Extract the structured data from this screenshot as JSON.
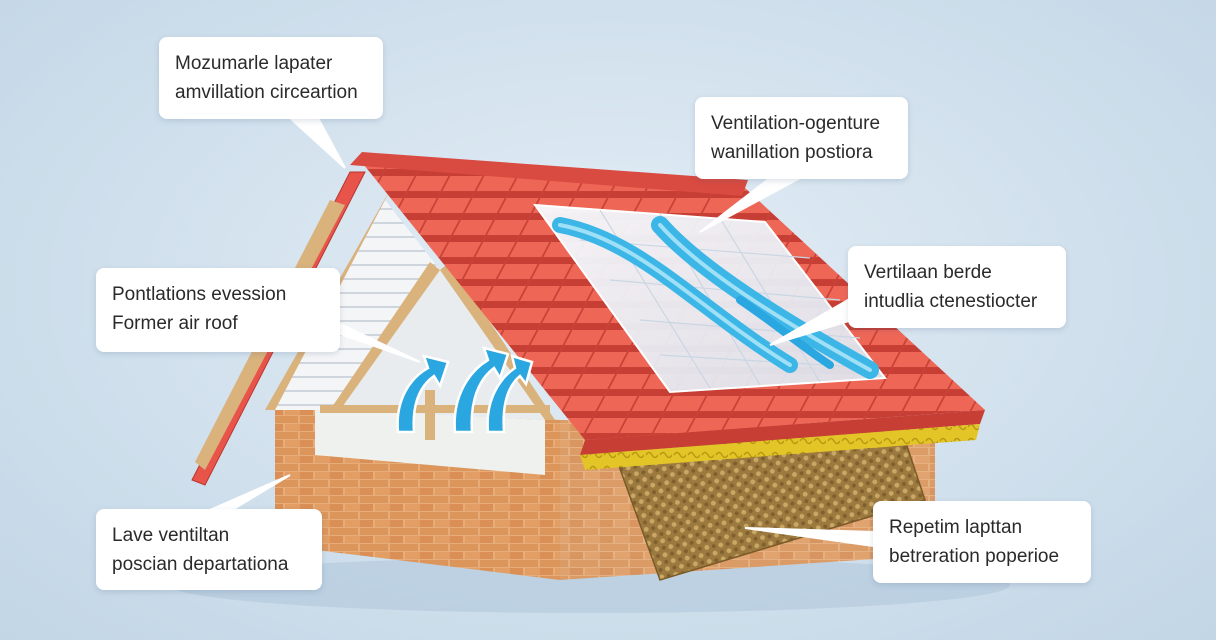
{
  "callouts": [
    {
      "id": "c1",
      "lines": [
        "Mozumarle lapater",
        "amvillation circeartion"
      ]
    },
    {
      "id": "c2",
      "lines": [
        "Ventilation-ogenture",
        "wanillation postiora"
      ]
    },
    {
      "id": "c3",
      "lines": [
        "Pontlations evession",
        "Former air roof"
      ]
    },
    {
      "id": "c4",
      "lines": [
        "Vertilaan berde",
        "intudlia ctenestiocter"
      ]
    },
    {
      "id": "c5",
      "lines": [
        "Lave ventiltan",
        "poscian departationa"
      ]
    },
    {
      "id": "c6",
      "lines": [
        "Repetim lapttan",
        "betreration poperioe"
      ]
    }
  ],
  "colors": {
    "roof_tile": "#e8534a",
    "brick": "#d98f55",
    "insulation": "#e0c224",
    "airflow_arrow": "#2aa6e0",
    "panel_swirl": "#3bb6e6",
    "mesh": "#a8864a"
  },
  "icons": [
    "airflow-arrow-icon"
  ]
}
